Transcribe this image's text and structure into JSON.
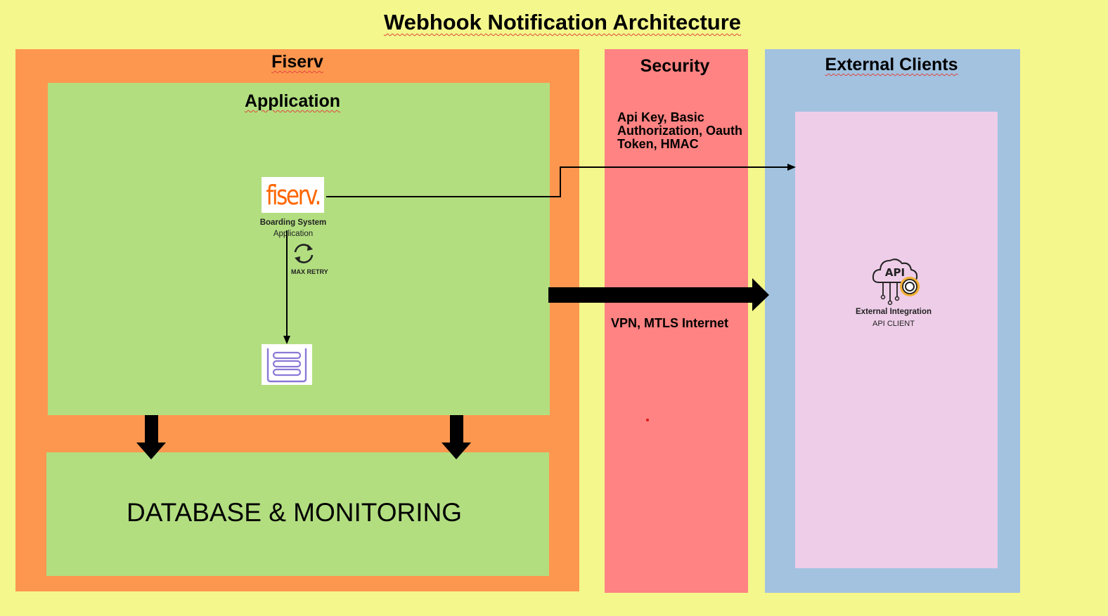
{
  "title": "Webhook Notification Architecture",
  "fiserv": {
    "heading": "Fiserv",
    "application": {
      "heading": "Application",
      "logo_text": "fiserv.",
      "boarding_line1": "Boarding System",
      "boarding_line2": "Application",
      "retry_label": "MAX RETRY"
    },
    "database_label": "DATABASE & MONITORING"
  },
  "security": {
    "heading": "Security",
    "auth_methods": "Api Key, Basic Authorization, Oauth Token, HMAC",
    "transport": "VPN, MTLS Internet"
  },
  "external": {
    "heading": "External Clients",
    "client_line1": "External Integration",
    "client_line2": "API CLIENT",
    "icon_text": "API"
  },
  "colors": {
    "background": "#f4f78c",
    "fiserv_panel": "#fd974f",
    "application_panel": "#b2de80",
    "security_panel": "#ff8382",
    "external_panel": "#a2c2e0",
    "client_panel": "#eecde8",
    "logo": "#ff6600",
    "queue_icon": "#8a78d6",
    "gear": "#f2b134"
  },
  "icons": [
    "fiserv-logo",
    "retry-icon",
    "queue-icon",
    "api-cloud-icon"
  ]
}
